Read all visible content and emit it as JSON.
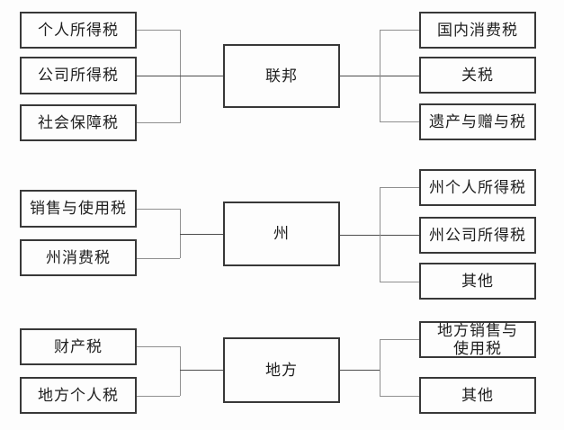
{
  "diagram": {
    "type": "hierarchy-flowchart",
    "tiers": [
      {
        "center": "联邦",
        "left": [
          "个人所得税",
          "公司所得税",
          "社会保障税"
        ],
        "right": [
          "国内消费税",
          "关税",
          "遗产与赠与税"
        ]
      },
      {
        "center": "州",
        "left": [
          "销售与使用税",
          "州消费税"
        ],
        "right": [
          "州个人所得税",
          "州公司所得税",
          "其他"
        ]
      },
      {
        "center": "地方",
        "left": [
          "财产税",
          "地方个人税"
        ],
        "right": [
          "地方销售与使用税",
          "其他"
        ]
      }
    ]
  },
  "colors": {
    "background": "#fdfdfd",
    "box_border": "#383838",
    "branch_line": "#8f8f8f",
    "trunk_line": "#4d4d4d",
    "text": "#1f1f1f"
  }
}
